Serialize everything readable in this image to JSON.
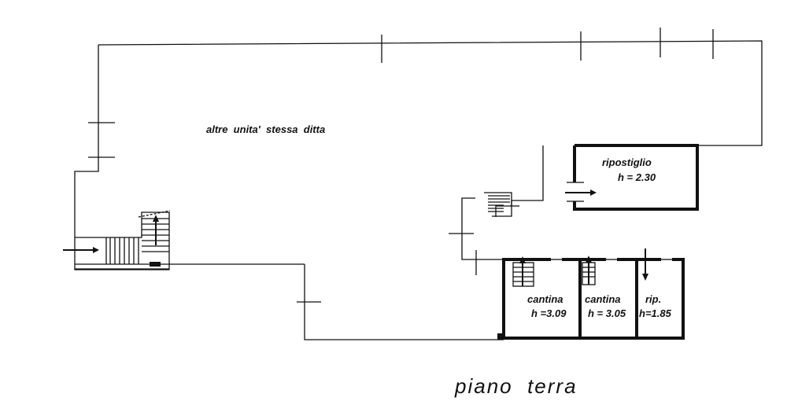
{
  "plan": {
    "title": "piano  terra",
    "labels": {
      "other_units": "altre  unita'  stessa  ditta",
      "storage_name": "ripostiglio",
      "storage_height": "h = 2.30",
      "cellar1_name": "cantina",
      "cellar1_height": "h =3.09",
      "cellar2_name": "cantina",
      "cellar2_height": "h = 3.05",
      "rip_name": "rip.",
      "rip_height": "h=1.85"
    }
  }
}
